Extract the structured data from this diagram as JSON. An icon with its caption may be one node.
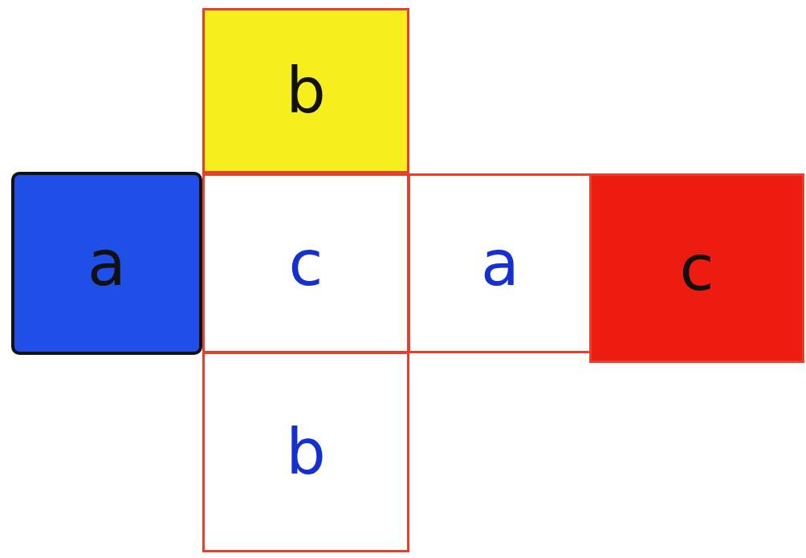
{
  "diagram": {
    "nodes": [
      {
        "text": [
          "b"
        ]
      },
      {
        "text": [
          "a"
        ]
      },
      {
        "text": [
          "c"
        ]
      },
      {
        "text": [
          "a"
        ]
      },
      {
        "text": [
          "c"
        ]
      },
      {
        "text": [
          "b"
        ]
      }
    ]
  }
}
